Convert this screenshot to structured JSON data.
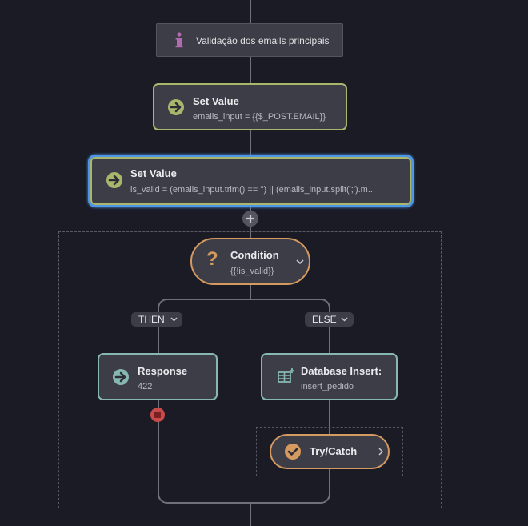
{
  "comment_node": {
    "label": "Validação dos emails principais",
    "icon": "info-icon"
  },
  "set_value_1": {
    "title": "Set Value",
    "expression": "emails_input = {{$_POST.EMAIL}}",
    "icon": "arrow-right-icon"
  },
  "set_value_2": {
    "title": "Set Value",
    "expression": "is_valid = (emails_input.trim() == '') || (emails_input.split(';').m...",
    "icon": "arrow-right-icon",
    "selected": true
  },
  "condition": {
    "title": "Condition",
    "expression": "{{!is_valid}}",
    "icon": "question-icon"
  },
  "branches": {
    "then_label": "THEN",
    "else_label": "ELSE"
  },
  "response": {
    "title": "Response",
    "value": "422",
    "icon": "arrow-right-icon"
  },
  "db_insert": {
    "title": "Database Insert:",
    "value": "insert_pedido",
    "icon": "table-add-icon"
  },
  "try_catch": {
    "title": "Try/Catch",
    "icon": "check-circle-icon"
  },
  "colors": {
    "background": "#1b1b26",
    "node": "#3d3d47",
    "set_value_border": "#aab66c",
    "selected_border": "#4d97e6",
    "condition_border": "#d49a60",
    "response_border": "#86b7b0",
    "stop_marker": "#c84a4a"
  }
}
